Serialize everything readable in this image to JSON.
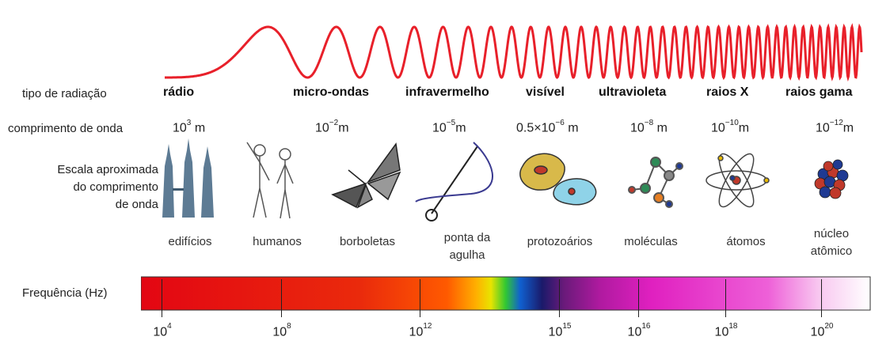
{
  "row_labels": {
    "radiation_type": "tipo de radiação",
    "wavelength": "comprimento de onda",
    "scale_line1": "Escala aproximada",
    "scale_line2": "do comprimento",
    "scale_line3": "de onda",
    "frequency": "Frequência (Hz)"
  },
  "radiation_types": [
    "rádio",
    "micro-ondas",
    "infravermelho",
    "visível",
    "ultravioleta",
    "raios X",
    "raios gama"
  ],
  "wavelengths": [
    {
      "base": "10",
      "exp": "3",
      "unit": "m"
    },
    {
      "base": "10",
      "exp": "−2",
      "unit": "m"
    },
    {
      "base": "10",
      "exp": "−5",
      "unit": "m"
    },
    {
      "base": "0.5×10",
      "exp": "−6",
      "unit": "m"
    },
    {
      "base": "10",
      "exp": "−8",
      "unit": "m"
    },
    {
      "base": "10",
      "exp": "−10",
      "unit": "m"
    },
    {
      "base": "10",
      "exp": "−12",
      "unit": "m"
    }
  ],
  "scale_objects": [
    "edifícios",
    "humanos",
    "borboletas",
    "ponta da agulha",
    "protozoários",
    "moléculas",
    "átomos",
    "núcleo atômico"
  ],
  "frequency_ticks": [
    {
      "base": "10",
      "exp": "4"
    },
    {
      "base": "10",
      "exp": "8"
    },
    {
      "base": "10",
      "exp": "12"
    },
    {
      "base": "10",
      "exp": "15"
    },
    {
      "base": "10",
      "exp": "16"
    },
    {
      "base": "10",
      "exp": "18"
    },
    {
      "base": "10",
      "exp": "20"
    }
  ],
  "colors": {
    "wave": "#e8202a",
    "spectrum_start": "#e30613",
    "spectrum_end": "#ffffff"
  },
  "illustrations": [
    "buildings-icon",
    "humans-icon",
    "butterfly-icon",
    "needle-icon",
    "protozoa-icon",
    "molecule-icon",
    "atom-icon",
    "nucleus-icon"
  ]
}
